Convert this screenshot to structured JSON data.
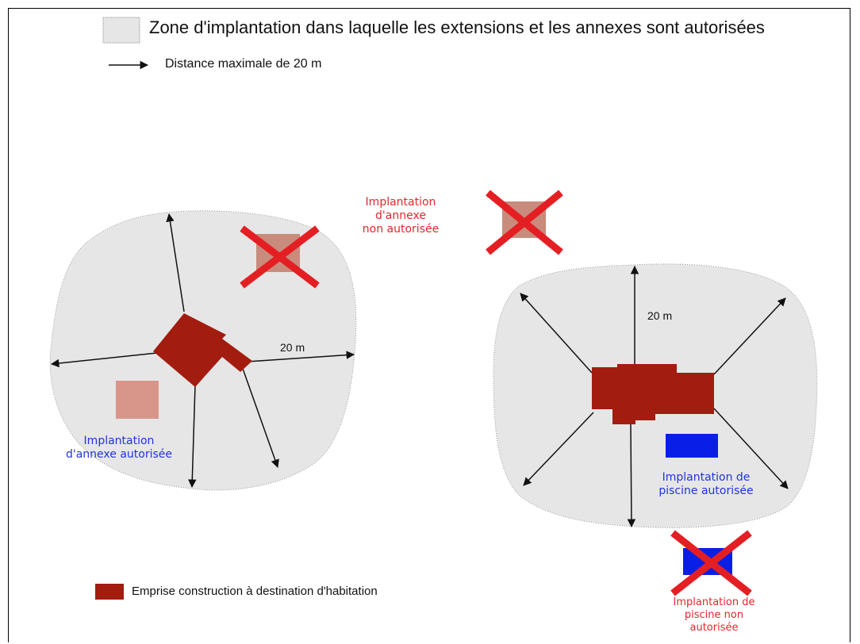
{
  "legend": {
    "zone": "Zone d'implantation dans laquelle les extensions et les annexes sont autorisées",
    "distance": "Distance maximale de 20 m",
    "emprise": "Emprise construction à destination d'habitation"
  },
  "labels": {
    "annexe_non_line1": "Implantation",
    "annexe_non_line2": "d'annexe",
    "annexe_non_line3": "non autorisée",
    "annexe_ok_line1": "Implantation",
    "annexe_ok_line2": "d'annexe autorisée",
    "piscine_ok_line1": "Implantation de",
    "piscine_ok_line2": "piscine autorisée",
    "piscine_non_line1": "Implantation de",
    "piscine_non_line2": "piscine non",
    "piscine_non_line3": "autorisée",
    "dist_left": "20 m",
    "dist_right": "20 m"
  },
  "colors": {
    "zone_fill": "#e6e6e6",
    "habitation": "#a31c10",
    "annexe": "#d8968a",
    "piscine": "#0a1fe6",
    "cross": "#e41f24",
    "label_red": "#e4262c",
    "label_blue": "#2233dd"
  }
}
